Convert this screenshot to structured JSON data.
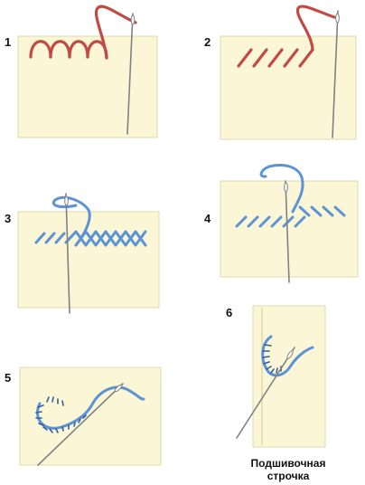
{
  "figure": {
    "steps": [
      {
        "number": "1"
      },
      {
        "number": "2"
      },
      {
        "number": "3"
      },
      {
        "number": "4"
      },
      {
        "number": "5"
      },
      {
        "number": "6"
      }
    ],
    "caption_line1": "Подшивочная",
    "caption_line2": "строчка"
  },
  "colors": {
    "fabric": "#fbf7d6",
    "fabric_edge": "#d8d2a0",
    "red_thread": "#c24a45",
    "blue_thread": "#5b93d4",
    "blue_thread_dark": "#2e5f9e",
    "needle": "#7f8184"
  },
  "icons": {
    "thread": "thread-icon",
    "needle": "needle-icon"
  }
}
